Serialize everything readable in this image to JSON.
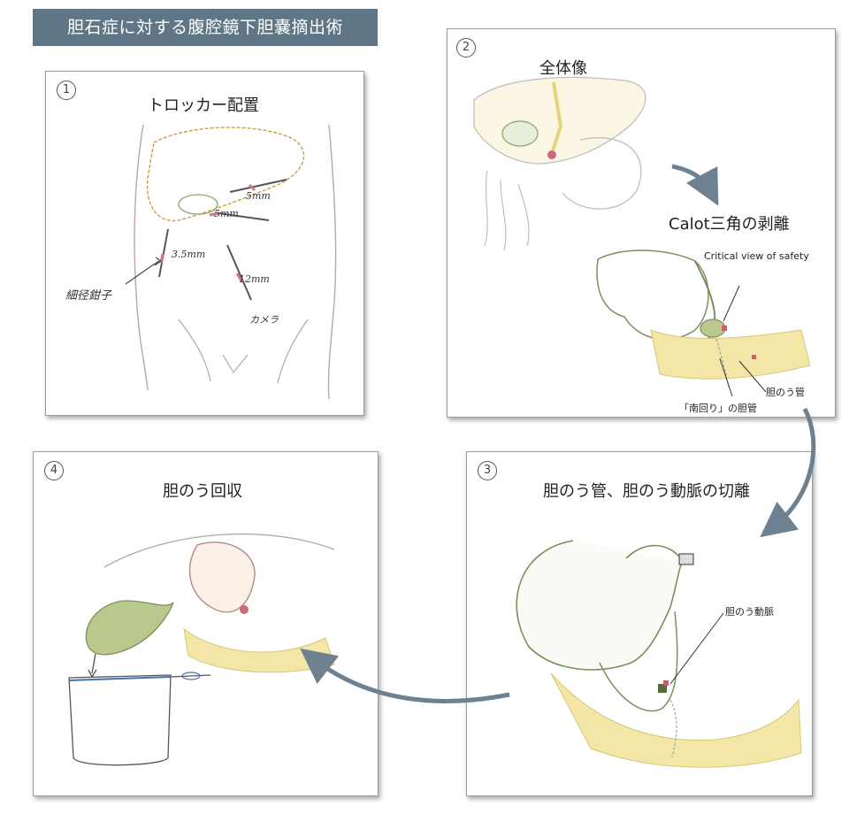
{
  "header": {
    "title": "胆石症に対する腹腔鏡下胆嚢摘出術"
  },
  "panels": {
    "p1": {
      "number": "1",
      "title": "トロッカー配置",
      "labels": {
        "port_5a": "5mm",
        "port_5b": "5mm",
        "port_35": "3.5mm",
        "port_12": "12mm",
        "camera": "カメラ",
        "forceps": "細径鉗子"
      }
    },
    "p2": {
      "number": "2",
      "title": "全体像",
      "subtitle": "Calot三角の剥離",
      "labels": {
        "cvs": "Critical view of safety",
        "duct": "胆のう管",
        "south": "「南回り」の胆管"
      }
    },
    "p3": {
      "number": "3",
      "title": "胆のう管、胆のう動脈の切離",
      "labels": {
        "artery": "胆のう動脈"
      }
    },
    "p4": {
      "number": "4",
      "title": "胆のう回収"
    }
  },
  "colors": {
    "banner": "#5e7685",
    "arrow": "#6d8191",
    "fat": "#f3e6a6",
    "organ_outline": "#8aa36a"
  }
}
